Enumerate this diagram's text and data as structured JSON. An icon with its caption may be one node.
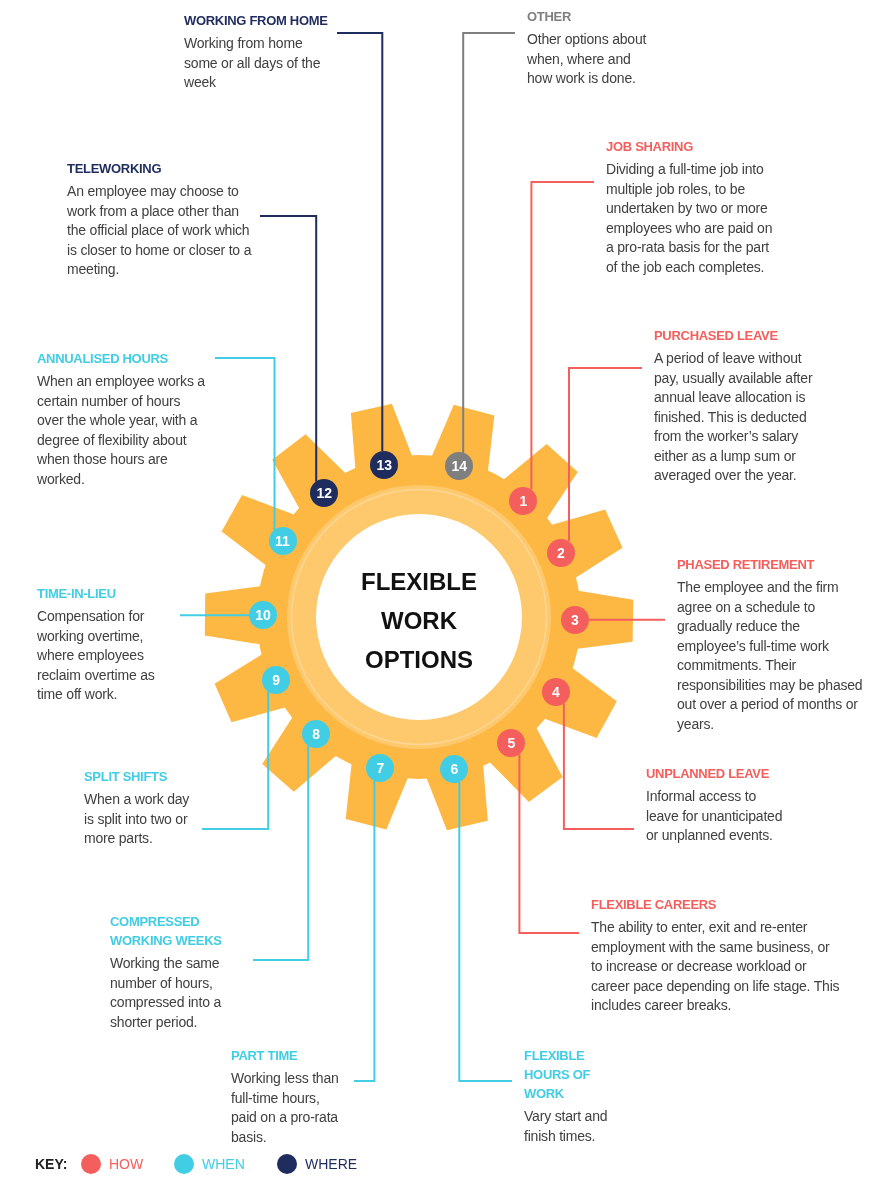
{
  "diagram": {
    "nodes": [
      {
        "text": [
          "FLEXIBLE WORK OPTIONS"
        ]
      },
      {
        "text": [
          "1"
        ],
        "in": 0
      },
      {
        "text": [
          "2"
        ],
        "in": 0
      },
      {
        "text": [
          "3"
        ],
        "in": 0
      },
      {
        "text": [
          "4"
        ],
        "in": 0
      },
      {
        "text": [
          "5"
        ],
        "in": 0
      },
      {
        "text": [
          "6"
        ],
        "in": 0
      },
      {
        "text": [
          "7"
        ],
        "in": 0
      },
      {
        "text": [
          "8"
        ],
        "in": 0
      },
      {
        "text": [
          "9"
        ],
        "in": 0
      },
      {
        "text": [
          "10"
        ],
        "in": 0
      },
      {
        "text": [
          "11"
        ],
        "in": 0
      },
      {
        "text": [
          "12"
        ],
        "in": 0
      },
      {
        "text": [
          "13"
        ],
        "in": 0
      },
      {
        "text": [
          "14"
        ],
        "in": 0
      },
      {
        "text": [
          "JOB SHARING",
          "Dividing a full-time job into multiple job roles, to be undertaken by two or more employees who are paid on a pro-rata basis for the part of the job each completes."
        ]
      },
      {
        "text": [
          "PURCHASED LEAVE",
          "A period of leave without pay, usually available after annual leave allocation is finished. This is deducted from the worker’s salary either as a lump sum or averaged over the year."
        ]
      },
      {
        "text": [
          "PHASED RETIREMENT",
          "The employee and the firm agree on a schedule to gradually reduce the employee’s full-time work commitments. Their responsibilities may be phased out over a period of months or years."
        ]
      },
      {
        "text": [
          "UNPLANNED LEAVE",
          "Informal access to leave for unanticipated or unplanned events."
        ]
      },
      {
        "text": [
          "FLEXIBLE CAREERS",
          "The ability to enter, exit and re-enter employment with the same business, or to increase or decrease workload or career pace depending on life stage. This includes career breaks."
        ]
      },
      {
        "text": [
          "FLEXIBLE HOURS OF WORK",
          "Vary start and finish times."
        ]
      },
      {
        "text": [
          "PART TIME",
          "Working less than full-time hours, paid on a pro-rata basis."
        ]
      },
      {
        "text": [
          "COMPRESSED WORKING WEEKS",
          "Working the same number of hours, compressed into a shorter period."
        ]
      },
      {
        "text": [
          "SPLIT SHIFTS",
          "When a work day is split into two or more parts."
        ]
      },
      {
        "text": [
          "TIME-IN-LIEU",
          "Compensation for working overtime, where employees reclaim overtime as time off work."
        ]
      },
      {
        "text": [
          "ANNUALISED HOURS",
          "When an employee works a certain number of hours over the whole year, with a degree of flexibility about when those hours are worked."
        ]
      },
      {
        "text": [
          "TELEWORKING",
          "An employee may choose to work from a place other than the official place of work which is closer to home or closer to a meeting."
        ]
      },
      {
        "text": [
          "WORKING FROM HOME",
          "Working from home some or all days of the week"
        ]
      },
      {
        "text": [
          "OTHER",
          "Other options about when, where and how work is done."
        ]
      }
    ],
    "edges": [
      {
        "from": 15,
        "to": 1,
        "arrow": "none",
        "color": "#f45f5d"
      },
      {
        "from": 16,
        "to": 2,
        "arrow": "none",
        "color": "#f45f5d"
      },
      {
        "from": 17,
        "to": 3,
        "arrow": "none",
        "color": "#f45f5d"
      },
      {
        "from": 18,
        "to": 4,
        "arrow": "none",
        "color": "#f45f5d"
      },
      {
        "from": 19,
        "to": 5,
        "arrow": "none",
        "color": "#f45f5d"
      },
      {
        "from": 20,
        "to": 6,
        "arrow": "none",
        "color": "#41cde3"
      },
      {
        "from": 21,
        "to": 7,
        "arrow": "none",
        "color": "#41cde3"
      },
      {
        "from": 22,
        "to": 8,
        "arrow": "none",
        "color": "#41cde3"
      },
      {
        "from": 23,
        "to": 9,
        "arrow": "none",
        "color": "#41cde3"
      },
      {
        "from": 24,
        "to": 10,
        "arrow": "none",
        "color": "#41cde3"
      },
      {
        "from": 25,
        "to": 11,
        "arrow": "none",
        "color": "#41cde3"
      },
      {
        "from": 26,
        "to": 12,
        "arrow": "none",
        "color": "#1f2c5e"
      },
      {
        "from": 27,
        "to": 13,
        "arrow": "none",
        "color": "#1f2c5e"
      },
      {
        "from": 28,
        "to": 14,
        "arrow": "none",
        "color": "#7f7f7f"
      }
    ],
    "labels": [
      "KEY:"
    ],
    "legend": [
      {
        "text": "HOW",
        "color": "#f45f5d"
      },
      {
        "text": "WHEN",
        "color": "#41cde3"
      },
      {
        "text": "WHERE",
        "color": "#1f2c5e"
      }
    ]
  }
}
